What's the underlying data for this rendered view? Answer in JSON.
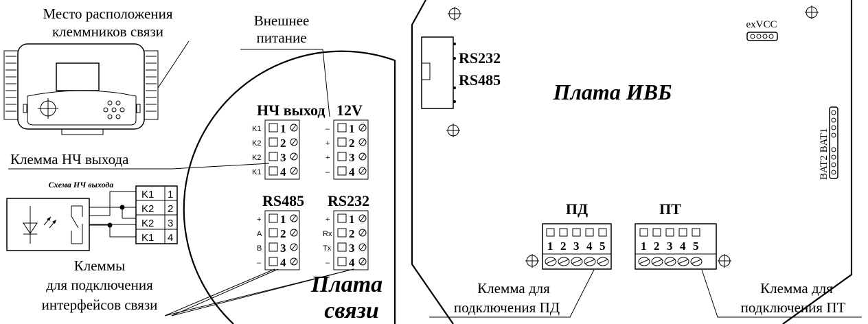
{
  "left": {
    "location_label_line1": "Место расположения",
    "location_label_line2": "клеммников связи",
    "ext_power_line1": "Внешнее",
    "ext_power_line2": "питание",
    "lf_terminal_label": "Клемма НЧ выхода",
    "lf_scheme_title": "Схема НЧ выхода",
    "scheme_pins": [
      {
        "name": "K1",
        "num": "1"
      },
      {
        "name": "K2",
        "num": "2"
      },
      {
        "name": "K2",
        "num": "3"
      },
      {
        "name": "K1",
        "num": "4"
      }
    ],
    "terminals_label_line1": "Клеммы",
    "terminals_label_line2": "для подключения",
    "terminals_label_line3": "интерфейсов связи"
  },
  "comm_board": {
    "title_line1": "Плата",
    "title_line2": "связи",
    "lf_block": {
      "title": "НЧ выход",
      "pins": [
        {
          "name": "K1",
          "num": "1"
        },
        {
          "name": "K2",
          "num": "2"
        },
        {
          "name": "K2",
          "num": "3"
        },
        {
          "name": "K1",
          "num": "4"
        }
      ]
    },
    "v12_block": {
      "title": "12V",
      "pins": [
        {
          "name": "–",
          "num": "1"
        },
        {
          "name": "+",
          "num": "2"
        },
        {
          "name": "+",
          "num": "3"
        },
        {
          "name": "–",
          "num": "4"
        }
      ]
    },
    "rs485_block": {
      "title": "RS485",
      "pins": [
        {
          "name": "+",
          "num": "1"
        },
        {
          "name": "A",
          "num": "2"
        },
        {
          "name": "B",
          "num": "3"
        },
        {
          "name": "–",
          "num": "4"
        }
      ]
    },
    "rs232_block": {
      "title": "RS232",
      "pins": [
        {
          "name": "+",
          "num": "1"
        },
        {
          "name": "Rx",
          "num": "2"
        },
        {
          "name": "Tx",
          "num": "3"
        },
        {
          "name": "–",
          "num": "4"
        }
      ]
    }
  },
  "ivb_board": {
    "title": "Плата ИВБ",
    "rs232_label": "RS232",
    "rs485_label": "RS485",
    "exvcc_label": "exVCC",
    "bat_label": "BAT2 BAT1",
    "pd_block": {
      "title": "ПД",
      "nums": [
        "1",
        "2",
        "3",
        "4",
        "5"
      ]
    },
    "pt_block": {
      "title": "ПТ",
      "nums": [
        "1",
        "2",
        "3",
        "4",
        "5"
      ]
    },
    "pd_terminal_line1": "Клемма для",
    "pd_terminal_line2": "подключения ПД",
    "pt_terminal_line1": "Клемма для",
    "pt_terminal_line2": "подключения ПТ"
  }
}
